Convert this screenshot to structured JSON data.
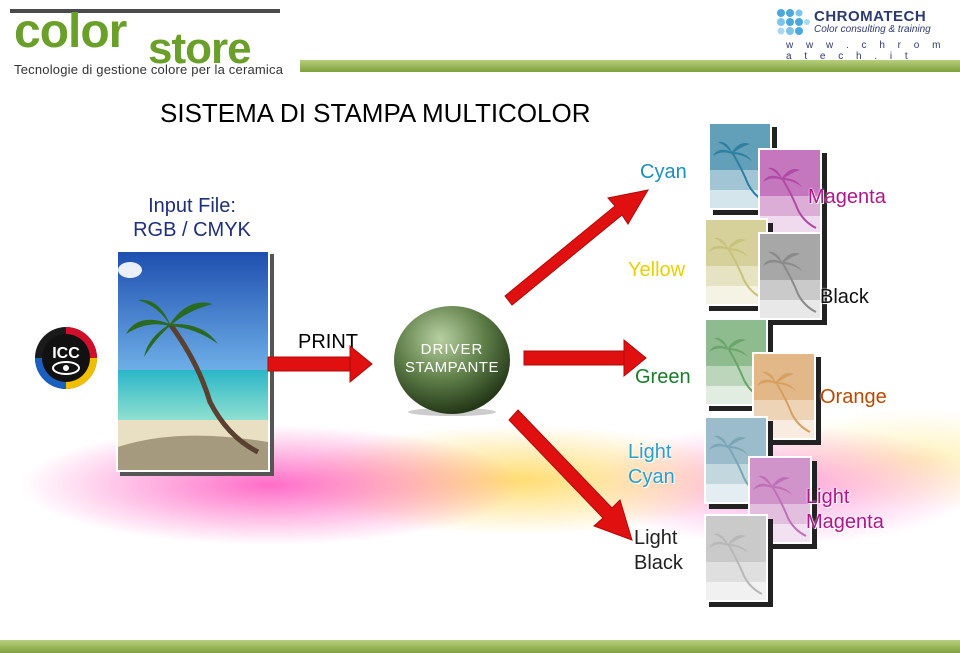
{
  "header": {
    "logo_color": "color",
    "logo_store": "store",
    "logo_tagline": "Tecnologie di gestione colore per la ceramica",
    "partner_name": "CHROMATECH",
    "partner_sub": "Color consulting & training",
    "partner_url": "w w w . c h r o m a t e c h . i t"
  },
  "title": "SISTEMA DI STAMPA MULTICOLOR",
  "input": {
    "line1": "Input File:",
    "line2": "RGB / CMYK"
  },
  "icc_label": "ICC",
  "print_label": "PRINT",
  "driver": {
    "line1": "DRIVER",
    "line2": "STAMPANTE"
  },
  "inks": [
    {
      "label": "Cyan",
      "color": "#1a8fc0",
      "tint": "#2e7fa0"
    },
    {
      "label": "Magenta",
      "color": "#b0168c",
      "tint": "#b04aa6"
    },
    {
      "label": "Yellow",
      "color": "#e8d000",
      "tint": "#c8c27a"
    },
    {
      "label": "Black",
      "color": "#111111",
      "tint": "#8a8a8a"
    },
    {
      "label": "Green",
      "color": "#1a7a2a",
      "tint": "#6aa56a"
    },
    {
      "label": "Orange",
      "color": "#b84a00",
      "tint": "#d8a060"
    },
    {
      "label": "Light Cyan",
      "line1": "Light",
      "line2": "Cyan",
      "color": "#2aa0c8",
      "tint": "#7aa6b8"
    },
    {
      "label": "Light Magenta",
      "line1": "Light",
      "line2": "Magenta",
      "color": "#b0168c",
      "tint": "#c070b8"
    },
    {
      "label": "Light Black",
      "line1": "Light",
      "line2": "Black",
      "color": "#222222",
      "tint": "#b8b8b8"
    }
  ],
  "colors": {
    "arrow": "#e01010",
    "logo_blue": "#1a8fd8",
    "logo_green": "#6aa02a",
    "band": "#8fae4a"
  }
}
